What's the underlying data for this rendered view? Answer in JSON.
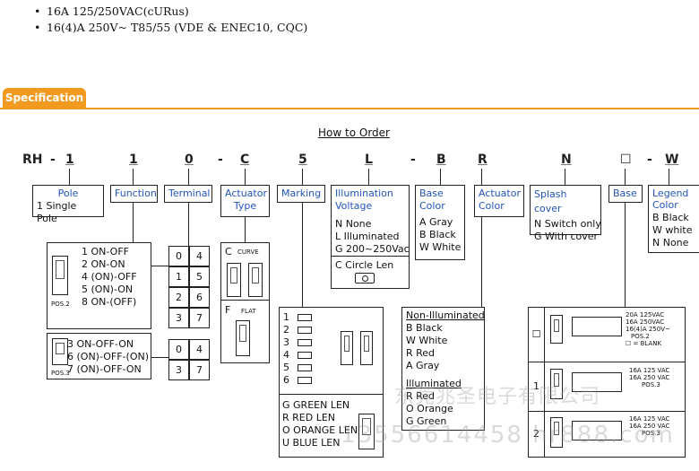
{
  "bullets": [
    "16A 125/250VAC(cURus)",
    "16(4)A 250V~ T85/55 (VDE & ENEC10, CQC)"
  ],
  "tab_label": "Specification",
  "how_to_order": "How to Order",
  "code": [
    "RH",
    "-",
    "1",
    "1",
    "0",
    "-",
    "C",
    "5",
    "L",
    "-",
    "B",
    "R",
    "N",
    "☐",
    "-",
    "W"
  ],
  "pole": {
    "title": "Pole",
    "items": [
      "1 Single Pole"
    ]
  },
  "function": {
    "title": "Function",
    "group1": [
      "1 ON-OFF",
      "2 ON-ON",
      "4 (ON)-OFF",
      "5 (ON)-ON",
      "8 ON-(OFF)"
    ],
    "pos1": "POS.2",
    "group2": [
      "3 ON-OFF-ON",
      "6 (ON)-OFF-(ON)",
      "7 (ON)-OFF-ON"
    ],
    "pos2": "POS.3"
  },
  "terminal": {
    "title": "Terminal",
    "grid1": [
      "0",
      "4",
      "1",
      "5",
      "2",
      "6",
      "3",
      "7"
    ],
    "grid2": [
      "0",
      "4",
      "3",
      "7"
    ]
  },
  "actuator_type": {
    "title": "Actuator Type",
    "c_code": "C",
    "c_label": "CURVE",
    "f_code": "F",
    "f_label": "FLAT"
  },
  "marking": {
    "title": "Marking",
    "rows": [
      "1",
      "2",
      "3",
      "4",
      "5",
      "6"
    ],
    "lens": [
      "G  GREEN LEN",
      "R  RED LEN",
      "O  ORANGE LEN",
      "U  BLUE LEN"
    ]
  },
  "illumination": {
    "title": "Illumination Voltage",
    "items": [
      "N  None",
      "L   Illuminated",
      "G  200~250Vac"
    ],
    "extra": "C  Circle Len"
  },
  "base_color": {
    "title": "Base Color",
    "items": [
      "A  Gray",
      "B  Black",
      "W  White"
    ]
  },
  "actuator_color": {
    "title": "Actuator Color",
    "non_title": "Non-Illuminated",
    "non_items": [
      "B  Black",
      "W  White",
      "R  Red",
      "A  Gray"
    ],
    "ill_title": "Illuminated",
    "ill_items": [
      "R  Red",
      "O  Orange",
      "G  Green"
    ]
  },
  "splash": {
    "title": "Splash cover",
    "items": [
      "N  Switch only",
      "G  With cover"
    ]
  },
  "base": {
    "title": "Base",
    "rows": [
      {
        "code": "☐",
        "lines": [
          "20A 125VAC",
          "16A 250VAC",
          "16(4)A 250V~"
        ],
        "pos": "POS.2",
        "note": "☐  = BLANK"
      },
      {
        "code": "1",
        "lines": [
          "16A  125 VAC",
          "16A  250 VAC"
        ],
        "pos": "POS.3"
      },
      {
        "code": "2",
        "lines": [
          "16A  125 VAC",
          "16A  250 VAC"
        ],
        "pos": "POS.3"
      }
    ]
  },
  "legend": {
    "title": "Legend Color",
    "items": [
      "B  Black",
      "W  white",
      "N  None"
    ]
  },
  "watermark": [
    "东莞兆圣电子有限公司",
    "13556614458 hr888.com"
  ]
}
